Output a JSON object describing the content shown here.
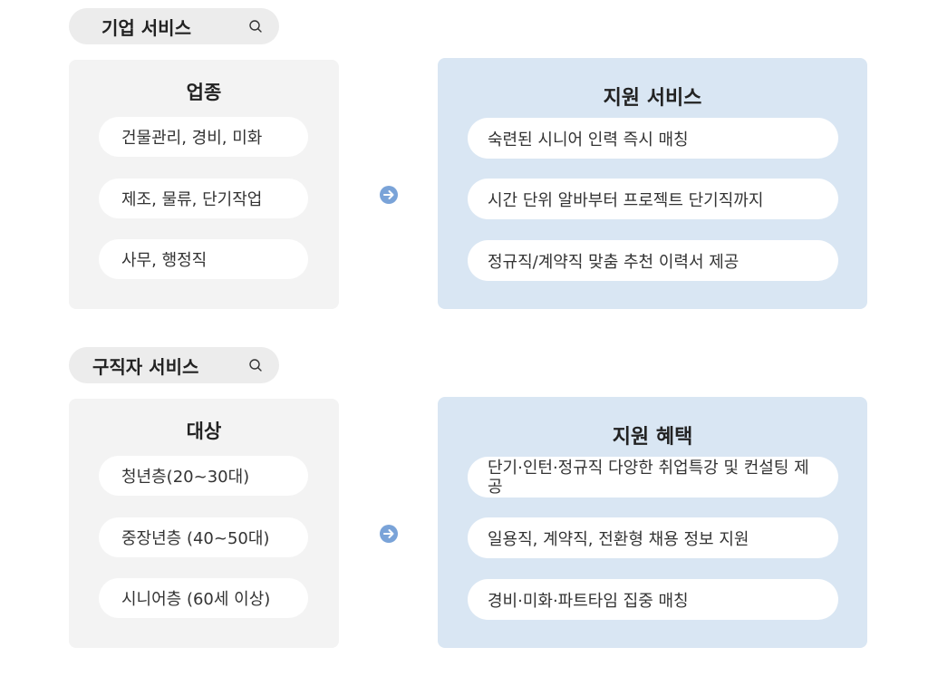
{
  "colors": {
    "left_panel_bg": "#f3f3f3",
    "right_panel_bg": "#d9e6f3",
    "pill_bg": "#ffffff",
    "tag_bg": "#ececec",
    "arrow": "#7aa3d8"
  },
  "sections": [
    {
      "tag": "기업 서비스",
      "left": {
        "title": "업종",
        "items": [
          "건물관리, 경비, 미화",
          "제조, 물류, 단기작업",
          "사무, 행정직"
        ]
      },
      "right": {
        "title": "지원 서비스",
        "items": [
          "숙련된 시니어 인력 즉시 매칭",
          "시간 단위 알바부터 프로젝트 단기직까지",
          "정규직/계약직 맞춤 추천 이력서 제공"
        ]
      }
    },
    {
      "tag": "구직자 서비스",
      "left": {
        "title": "대상",
        "items": [
          "청년층(20~30대)",
          "중장년층 (40~50대)",
          "시니어층 (60세 이상)"
        ]
      },
      "right": {
        "title": "지원 혜택",
        "items": [
          "단기·인턴·정규직 다양한 취업특강 및 컨설팅 제공",
          "일용직, 계약직, 전환형 채용 정보 지원",
          "경비·미화·파트타임 집중 매칭"
        ]
      }
    }
  ],
  "icons": {
    "tag_icon": "search-icon",
    "connector_icon": "arrow-right-circle-icon"
  }
}
